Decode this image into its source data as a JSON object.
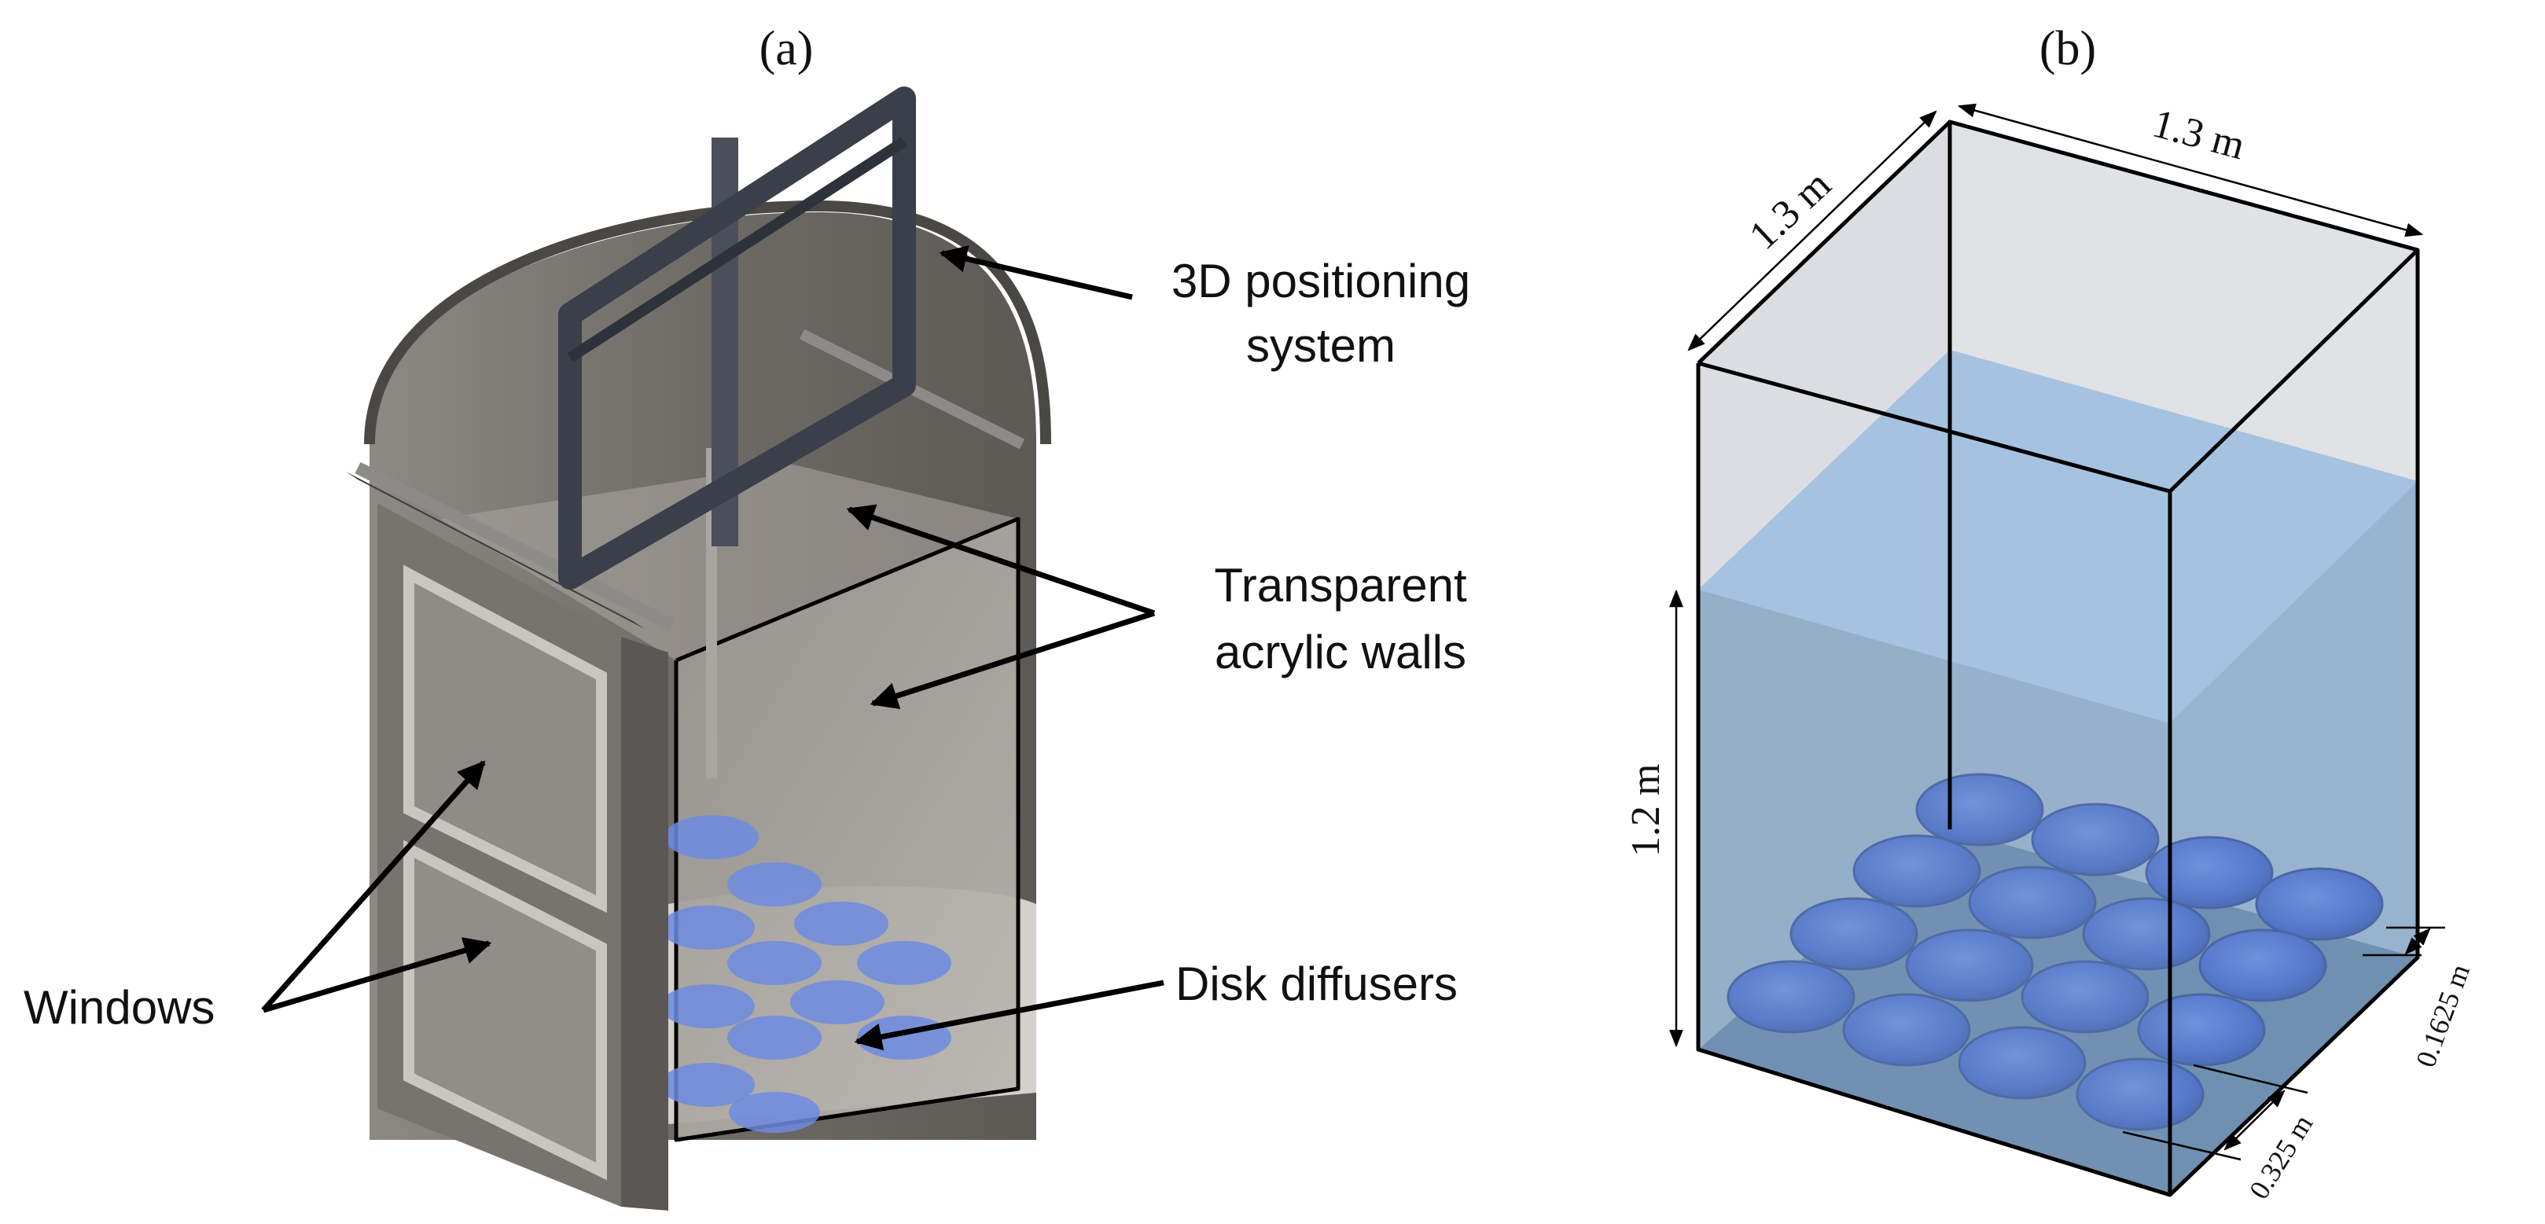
{
  "panels": {
    "a": {
      "label": "(a)",
      "callouts": {
        "positioning_line1": "3D positioning",
        "positioning_line2": "system",
        "walls_line1": "Transparent",
        "walls_line2": "acrylic walls",
        "diffusers": "Disk diffusers",
        "windows": "Windows"
      }
    },
    "b": {
      "label": "(b)",
      "dimensions": {
        "depth": "1.3 m",
        "width": "1.3 m",
        "water_height": "1.2 m",
        "disk_gap": "0.1625 m",
        "disk_pitch": "0.325 m"
      }
    }
  },
  "colors": {
    "tank_metal": "#7a7773",
    "tank_metal_dark": "#4f4d4a",
    "frame": "#3a3f4a",
    "acrylic": "#9c9893",
    "disk_blue": "#3a64d8",
    "disk_blue_light": "#6f8fe6",
    "water": "#9cb6cf",
    "water_top": "#a9c6e3",
    "box_glass": "#dcdde2"
  }
}
